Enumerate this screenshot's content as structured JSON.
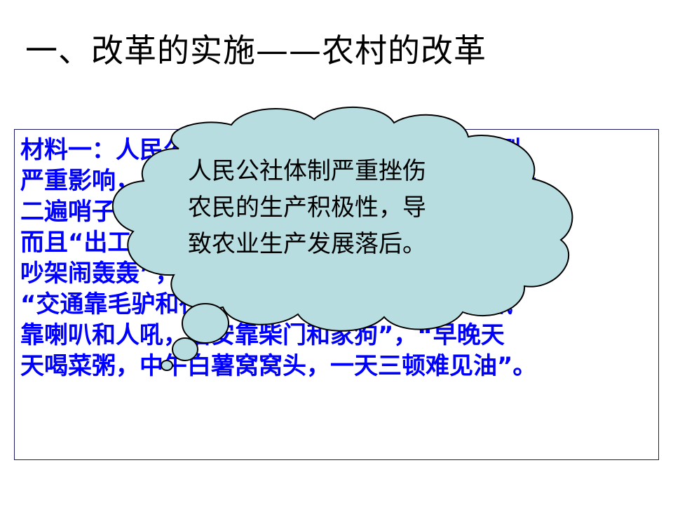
{
  "title": "一、改革的实施——农村的改革",
  "material": {
    "lines": [
      "材料一：人民公社体制下，农民生产积极性受到",
      "严重影响，出现了“头遍哨子不理，二遍哨子买账，",
      "二遍哨子出工，三遍哨子还在屋里逛”，",
      "而且“出工一窝蜂，干活大呼隆，开会到半夜，",
      "吵架闹轰轰”，集体经济效益差，生活苦，",
      "“交通靠毛驴和行走，运输靠小车和背篓，通讯",
      "靠喇叭和人吼，治安靠柴门和家狗”，“早晚天",
      "天喝菜粥，中午白薯窝窝头，一天三顿难见油”。"
    ]
  },
  "callout": {
    "lines": [
      "人民公社体制严重挫伤",
      "农民的生产积极性，导",
      "致农业生产发展落后。"
    ]
  },
  "colors": {
    "material_text": "#0000ff",
    "cloud_fill": "#b7dde0",
    "cloud_stroke": "#000000",
    "box_border": "#1a1a66"
  }
}
